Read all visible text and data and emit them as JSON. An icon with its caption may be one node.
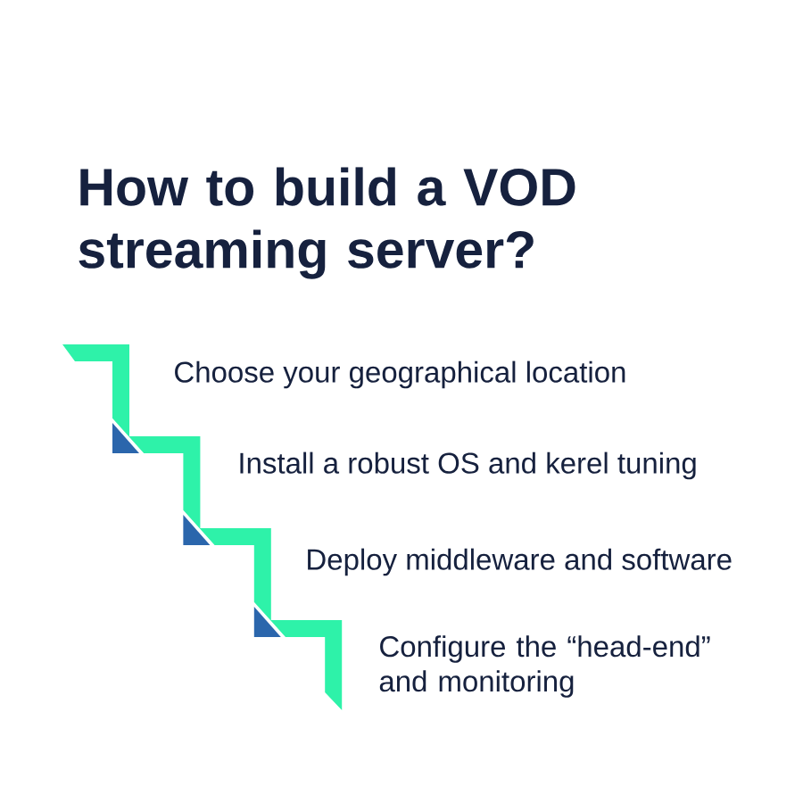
{
  "diagram": {
    "title": "How to build a VOD streaming server?",
    "labels": [
      "Choose your geographical location",
      "Install a robust OS and kerel tuning",
      "Deploy middleware and software",
      "Configure the “head-end” and monitoring"
    ]
  }
}
